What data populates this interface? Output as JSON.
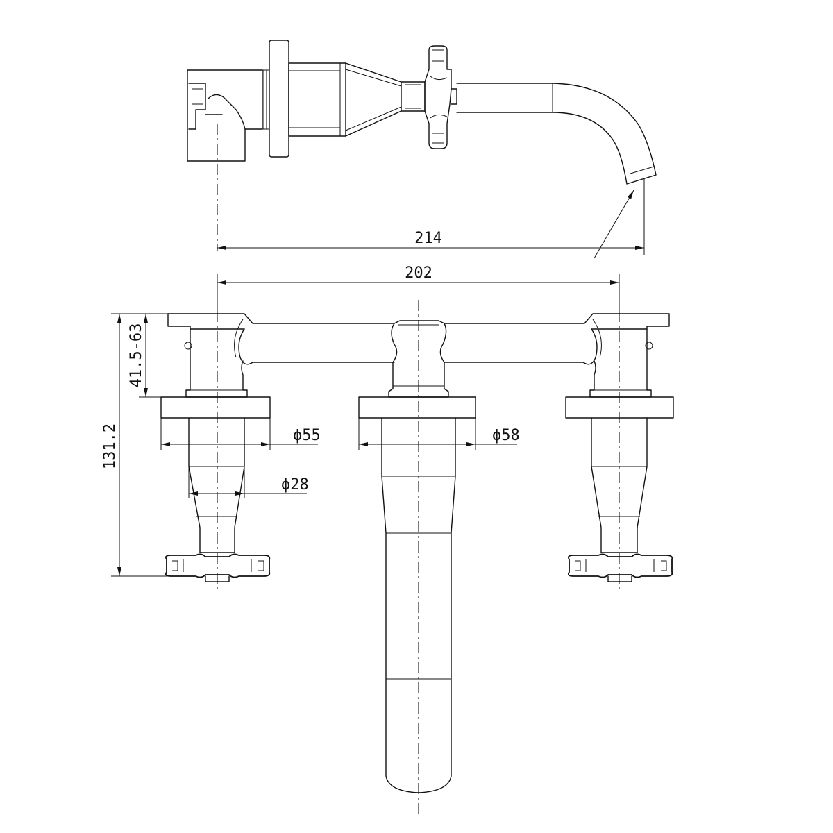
{
  "drawing": {
    "colors": {
      "line": "#111111",
      "background": "#ffffff"
    },
    "dimensions": {
      "overall_depth": "214",
      "spread": "202",
      "plate_depth_range": "41.5-63",
      "overall_height": "131.2",
      "handle_plate_dia": "ϕ55",
      "spout_plate_dia": "ϕ58",
      "handle_sleeve_dia": "ϕ28"
    }
  }
}
